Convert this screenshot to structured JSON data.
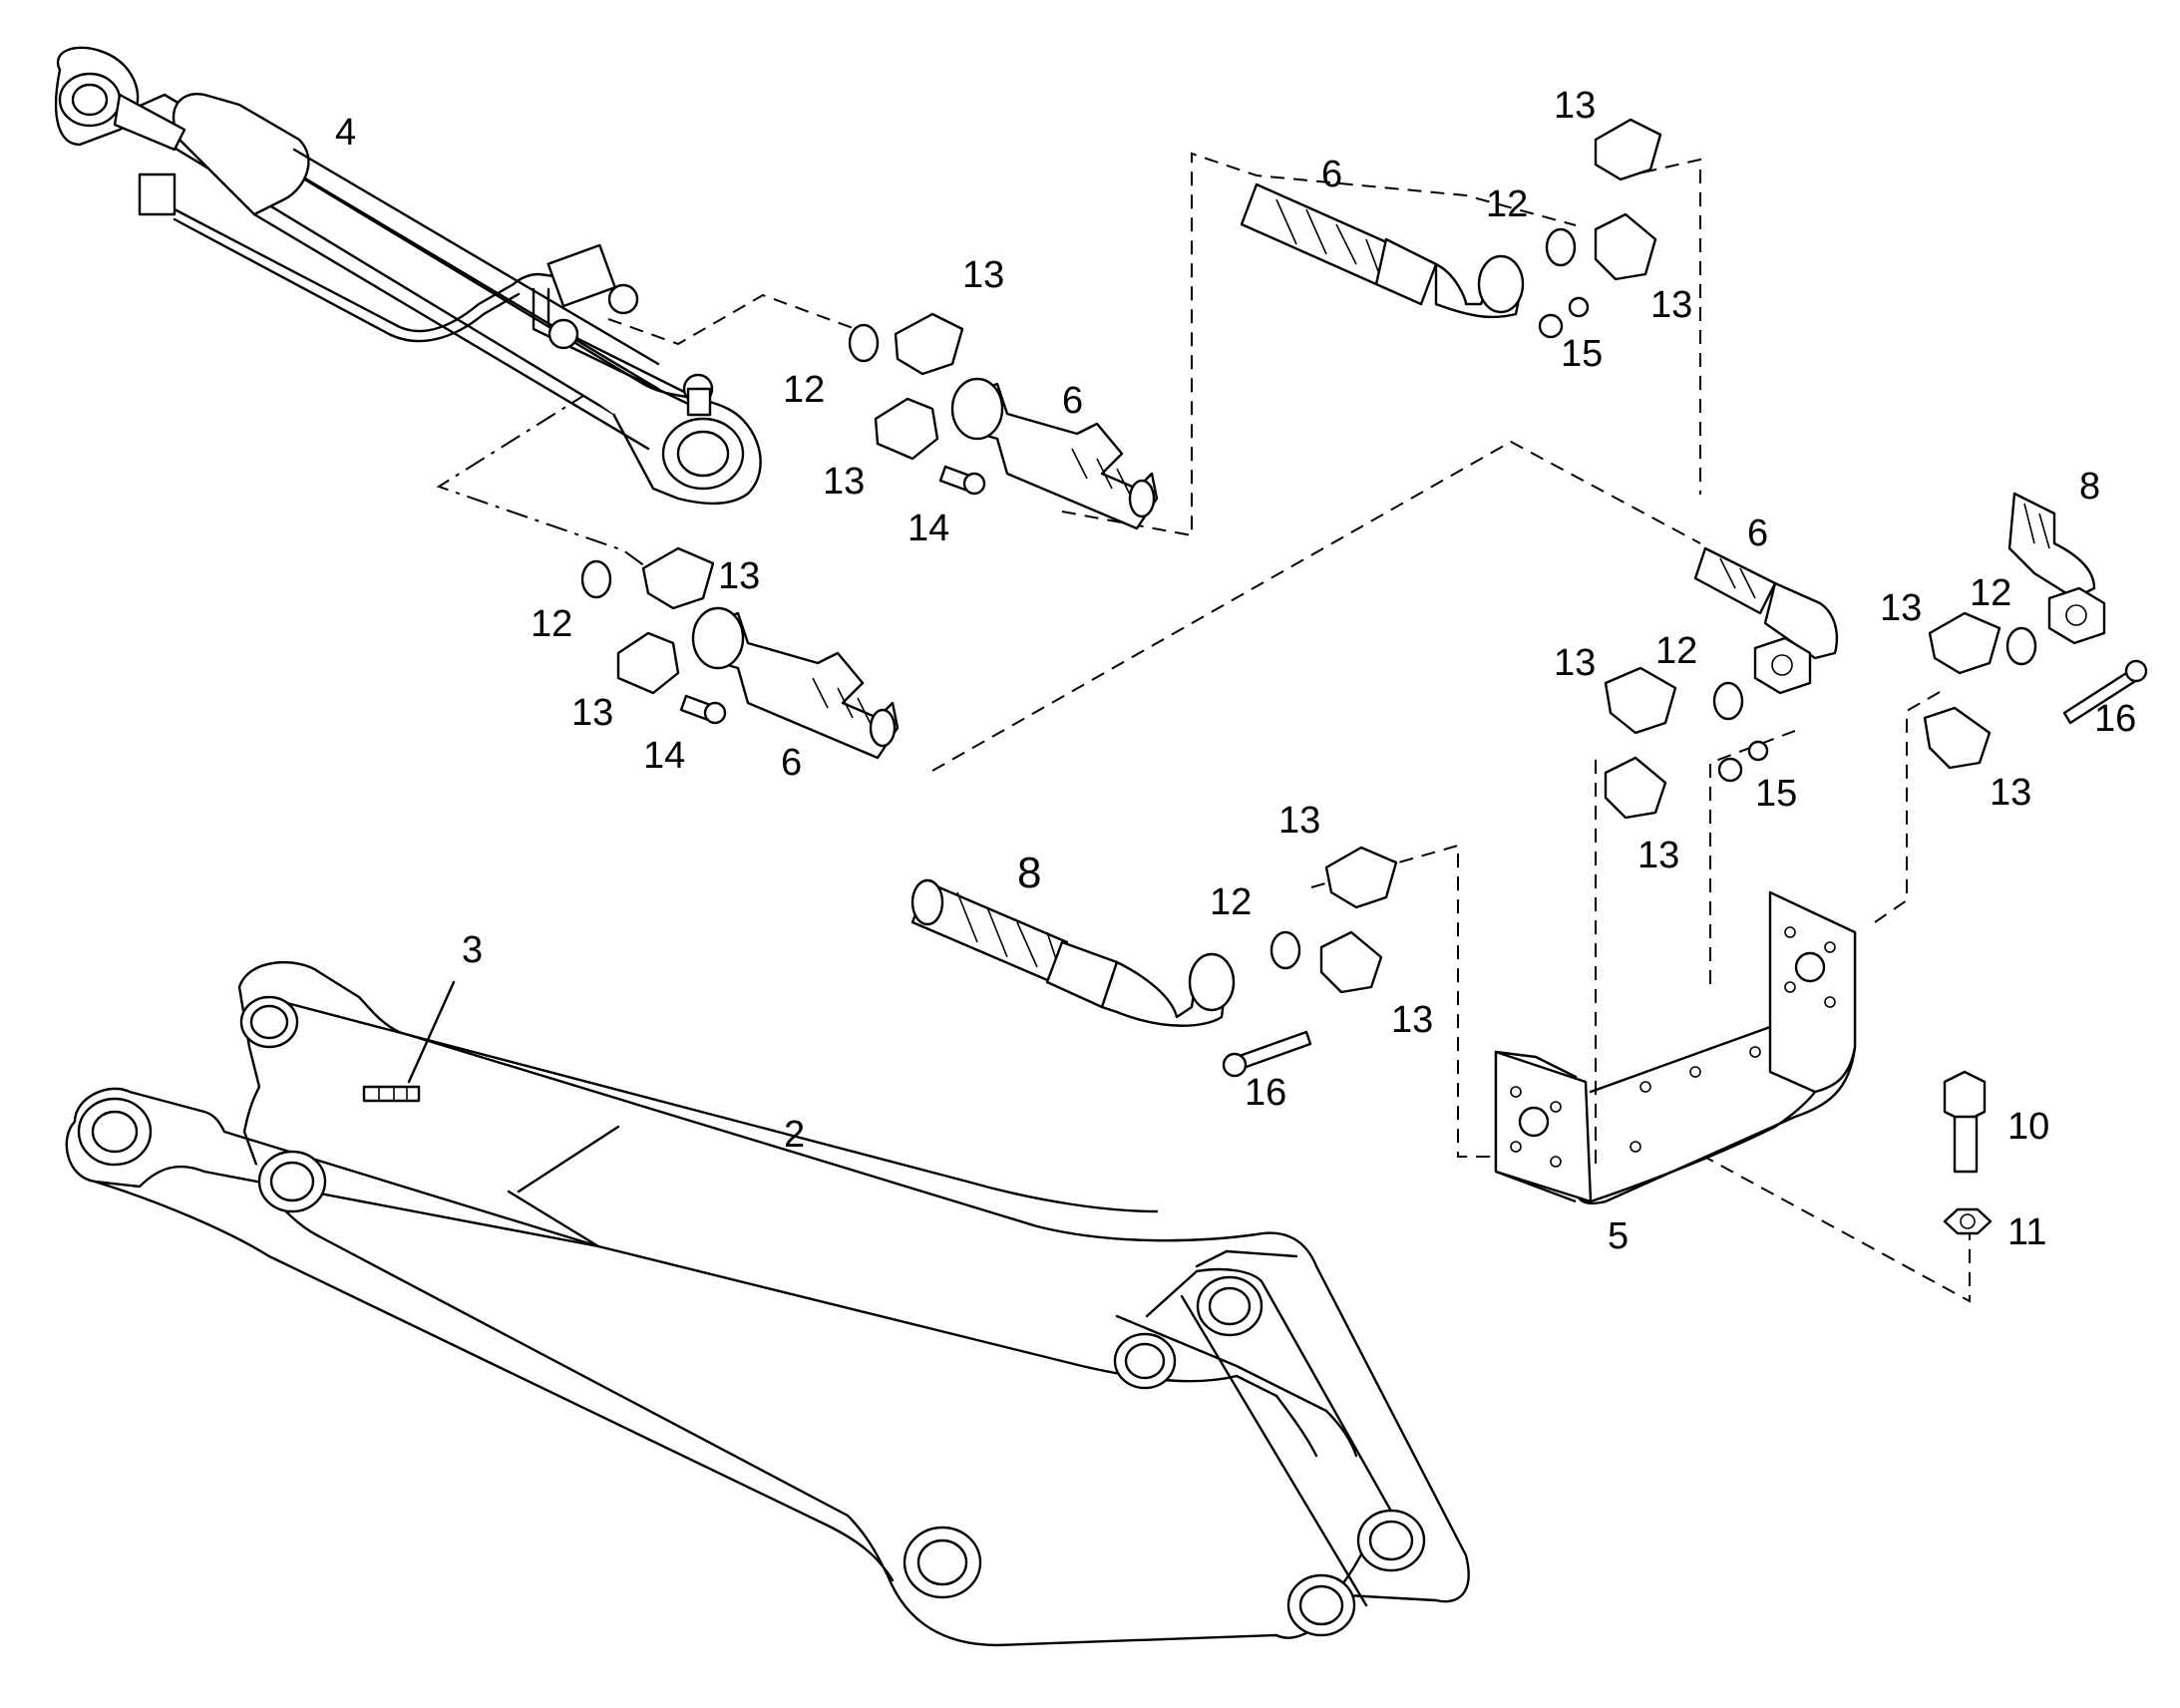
{
  "callouts": {
    "c2": "2",
    "c3": "3",
    "c4": "4",
    "c5": "5",
    "c6a": "6",
    "c6b": "6",
    "c6c": "6",
    "c6d": "6",
    "c8a": "8",
    "c8b": "8",
    "c10": "10",
    "c11": "11",
    "c12a": "12",
    "c12b": "12",
    "c12c": "12",
    "c12d": "12",
    "c12e": "12",
    "c12f": "12",
    "c13a": "13",
    "c13b": "13",
    "c13c": "13",
    "c13d": "13",
    "c13e": "13",
    "c13f": "13",
    "c13g": "13",
    "c13h": "13",
    "c13i": "13",
    "c13j": "13",
    "c13k": "13",
    "c13l": "13",
    "c14a": "14",
    "c14b": "14",
    "c15a": "15",
    "c15b": "15",
    "c16a": "16",
    "c16b": "16"
  }
}
